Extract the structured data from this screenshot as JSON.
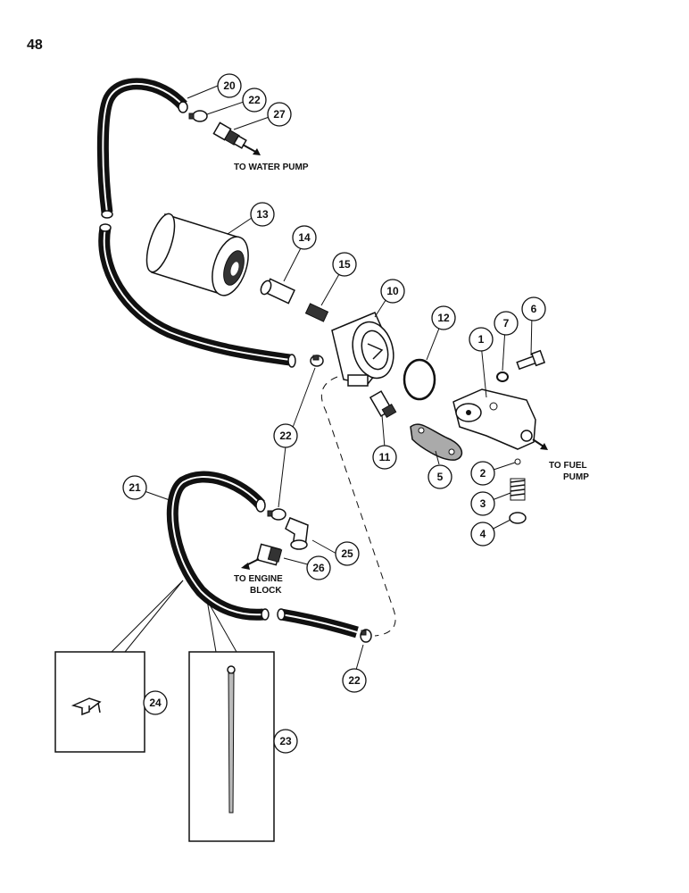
{
  "page_number": "48",
  "labels": {
    "to_water_pump": "TO WATER PUMP",
    "to_fuel": "TO FUEL",
    "pump": "PUMP",
    "to_engine": "TO ENGINE",
    "block": "BLOCK"
  },
  "callouts": {
    "c20": "20",
    "c22a": "22",
    "c27": "27",
    "c13": "13",
    "c14": "14",
    "c15": "15",
    "c10": "10",
    "c12": "12",
    "c1": "1",
    "c7": "7",
    "c6": "6",
    "c22b": "22",
    "c11": "11",
    "c5": "5",
    "c2": "2",
    "c3": "3",
    "c4": "4",
    "c21": "21",
    "c25": "25",
    "c26": "26",
    "c22c": "22",
    "c24": "24",
    "c23": "23"
  }
}
